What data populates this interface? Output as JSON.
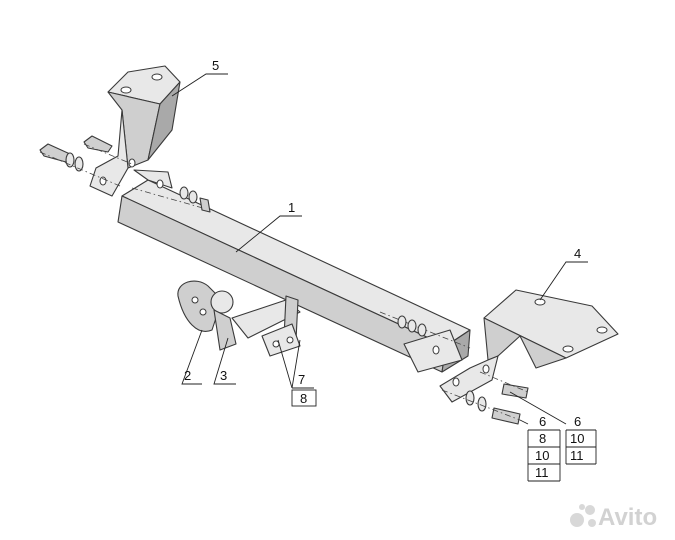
{
  "callouts": {
    "c1": "1",
    "c2": "2",
    "c3": "3",
    "c4": "4",
    "c5": "5",
    "c7": "7",
    "c8": "8"
  },
  "hardware_stack_left": [
    "6",
    "8",
    "10",
    "11"
  ],
  "hardware_stack_right": [
    "6",
    "10",
    "11"
  ],
  "watermark": {
    "text": "Avito",
    "color": "#d2d2d2"
  },
  "colors": {
    "steel_light": "#e8e8e8",
    "steel_mid": "#cfcfcf",
    "steel_dark": "#a9a9a9",
    "outline": "#3a3a3a"
  }
}
